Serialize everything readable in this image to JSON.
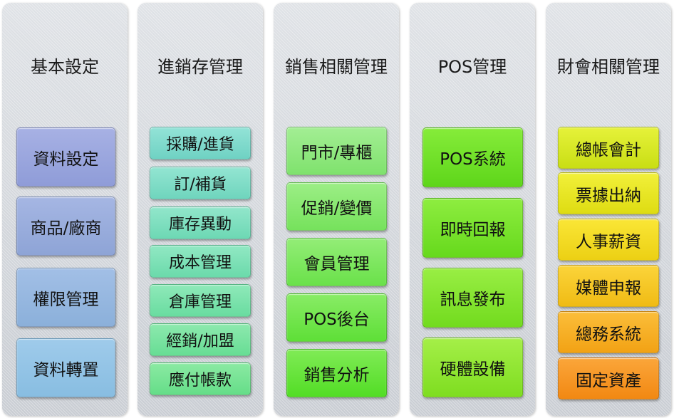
{
  "columns": [
    {
      "title": "基本設定",
      "items": [
        "資料設定",
        "商品/廠商",
        "權限管理",
        "資料轉置"
      ]
    },
    {
      "title": "進銷存管理",
      "items": [
        "採購/進貨",
        "訂/補貨",
        "庫存異動",
        "成本管理",
        "倉庫管理",
        "經銷/加盟",
        "應付帳款"
      ]
    },
    {
      "title": "銷售相關管理",
      "items": [
        "門市/專櫃",
        "促銷/變價",
        "會員管理",
        "POS後台",
        "銷售分析"
      ]
    },
    {
      "title": "POS管理",
      "items": [
        "POS系統",
        "即時回報",
        "訊息發布",
        "硬體設備"
      ]
    },
    {
      "title": "財會相關管理",
      "items": [
        "總帳會計",
        "票據出納",
        "人事薪資",
        "媒體申報",
        "總務系統",
        "固定資產"
      ]
    }
  ]
}
